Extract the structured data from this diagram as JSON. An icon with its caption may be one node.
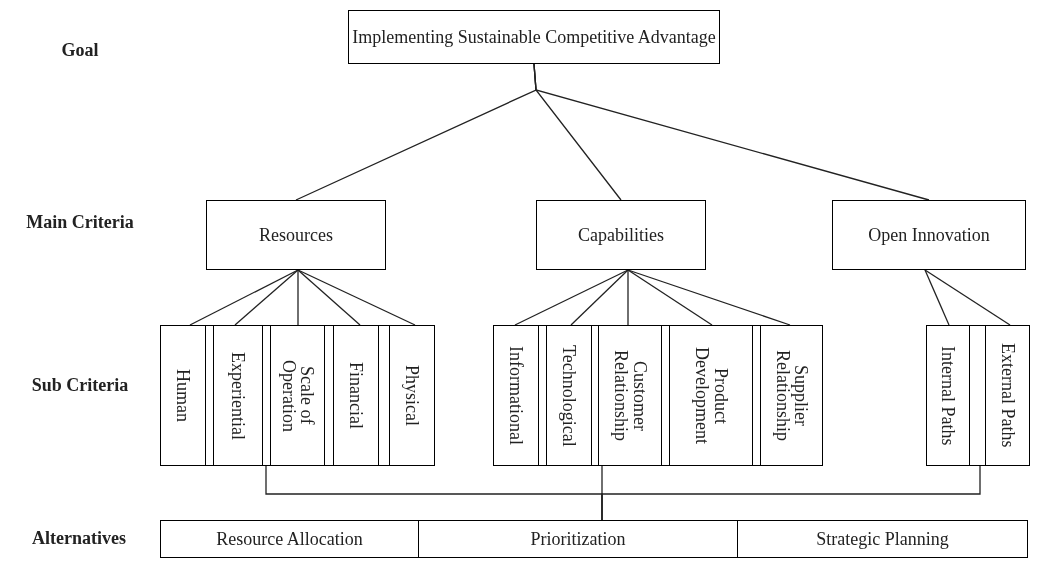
{
  "diagram": {
    "nodes": [
      {
        "text": [
          "Implementing Sustainable Competitive Advantage"
        ]
      },
      {
        "text": [
          "Resources"
        ]
      },
      {
        "text": [
          "Capabilities"
        ]
      },
      {
        "text": [
          "Open Innovation"
        ]
      },
      {
        "text": [],
        "shape": "box"
      },
      {
        "text": [
          "Human"
        ],
        "in": 4
      },
      {
        "text": [
          "Experiential"
        ],
        "in": 4
      },
      {
        "text": [
          "Scale of Operation"
        ],
        "in": 4
      },
      {
        "text": [
          "Financial"
        ],
        "in": 4
      },
      {
        "text": [
          "Physical"
        ],
        "in": 4
      },
      {
        "text": [],
        "shape": "box"
      },
      {
        "text": [
          "Informational"
        ],
        "in": 10
      },
      {
        "text": [
          "Technological"
        ],
        "in": 10
      },
      {
        "text": [
          "Customer Relationship"
        ],
        "in": 10
      },
      {
        "text": [
          "Product Development"
        ],
        "in": 10
      },
      {
        "text": [
          "Supplier Relationship"
        ],
        "in": 10
      },
      {
        "text": [],
        "shape": "box"
      },
      {
        "text": [
          "Internal Paths"
        ],
        "in": 16
      },
      {
        "text": [
          "External Paths"
        ],
        "in": 16
      },
      {
        "text": [],
        "shape": "box"
      },
      {
        "text": [
          "Resource Allocation"
        ],
        "in": 19
      },
      {
        "text": [
          "Prioritization"
        ],
        "in": 19
      },
      {
        "text": [
          "Strategic Planning"
        ],
        "in": 19
      }
    ],
    "edges": [
      {
        "from": 0,
        "to": 1,
        "arrow": "none"
      },
      {
        "from": 0,
        "to": 2,
        "arrow": "none"
      },
      {
        "from": 0,
        "to": 3,
        "arrow": "none"
      },
      {
        "from": 1,
        "to": 5,
        "arrow": "none"
      },
      {
        "from": 1,
        "to": 6,
        "arrow": "none"
      },
      {
        "from": 1,
        "to": 7,
        "arrow": "none"
      },
      {
        "from": 1,
        "to": 8,
        "arrow": "none"
      },
      {
        "from": 1,
        "to": 9,
        "arrow": "none"
      },
      {
        "from": 2,
        "to": 11,
        "arrow": "none"
      },
      {
        "from": 2,
        "to": 12,
        "arrow": "none"
      },
      {
        "from": 2,
        "to": 13,
        "arrow": "none"
      },
      {
        "from": 2,
        "to": 14,
        "arrow": "none"
      },
      {
        "from": 2,
        "to": 15,
        "arrow": "none"
      },
      {
        "from": 3,
        "to": 17,
        "arrow": "none"
      },
      {
        "from": 3,
        "to": 18,
        "arrow": "none"
      },
      {
        "from": 4,
        "to": 19,
        "arrow": "none"
      },
      {
        "from": 10,
        "to": 19,
        "arrow": "none"
      },
      {
        "from": 16,
        "to": 19,
        "arrow": "none"
      }
    ],
    "labels": [
      "Goal",
      "Main Criteria",
      "Sub Criteria",
      "Alternatives"
    ]
  }
}
